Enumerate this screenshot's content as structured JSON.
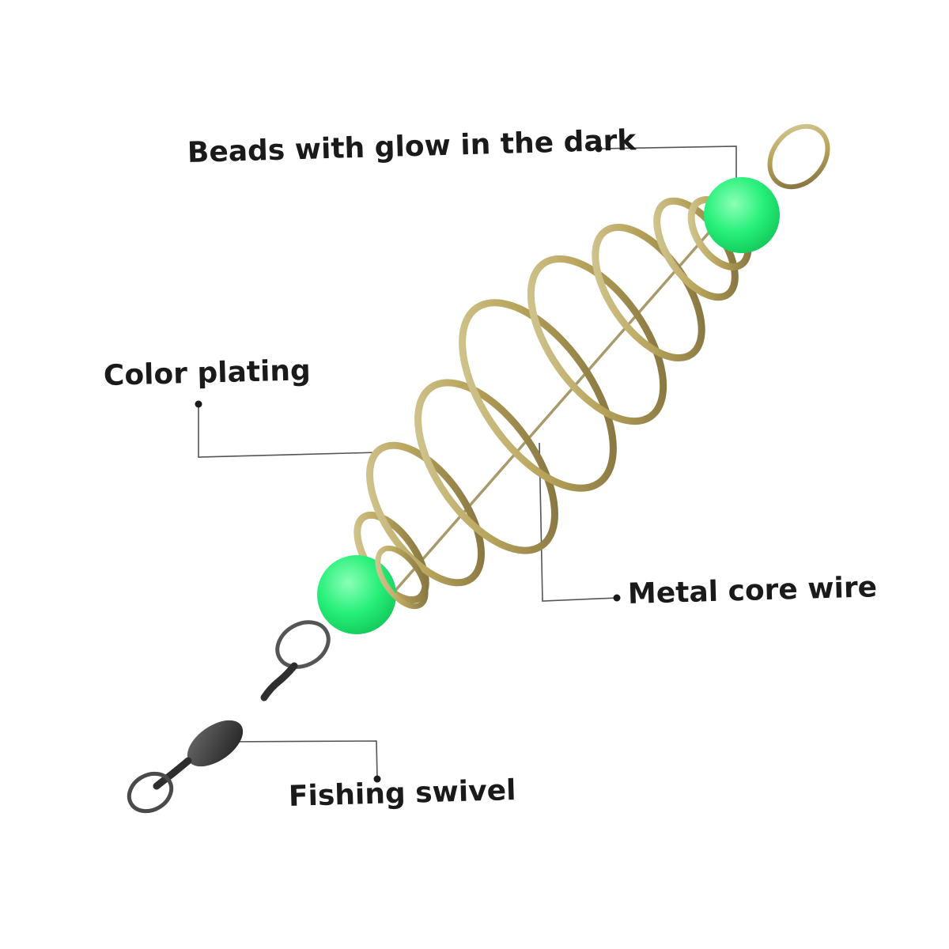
{
  "labels": {
    "beads": "Beads with glow in the dark",
    "plating": "Color plating",
    "core_wire": "Metal core wire",
    "swivel": "Fishing swivel"
  },
  "colors": {
    "bead": "#27f07a",
    "bead_highlight": "#8bffb6",
    "spring": "#b9a55c",
    "spring_dark": "#7a6a3a",
    "swivel": "#3a3a3a",
    "leader_line": "#555555",
    "text": "#1a1a1a"
  },
  "icons": {
    "product": "spring-feeder-icon",
    "bead": "glow-bead-icon",
    "swivel": "swivel-icon"
  }
}
